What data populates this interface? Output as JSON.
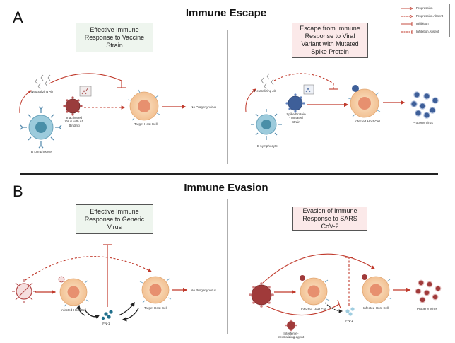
{
  "panel_a": {
    "letter": "A",
    "title": "Immune Escape",
    "left_box": "Effective Immune Response to Vaccine Strain",
    "right_box": "Escape from Immune Response to Viral Variant with Mutated Spike Protein",
    "left_labels": {
      "neutralizing_ab": "Neutralizing Ab",
      "inactivated_virus": "Inactivated Virus with Ab Binding",
      "b_lymphocyte": "B Lymphocyte",
      "target_host_cell": "Target Host Cell",
      "no_progeny": "No Progeny Virus"
    },
    "right_labels": {
      "neutralizing_ab": "Neutralizing Ab",
      "spike_protein": "Spike Protein - Mutated Strain",
      "b_lymphocyte": "B Lymphocyte",
      "infected_host_cell": "Infected Host Cell",
      "progeny_virus": "Progeny Virus"
    }
  },
  "panel_b": {
    "letter": "B",
    "title": "Immune Evasion",
    "left_box": "Effective Immune Response to Generic Virus",
    "right_box": "Evasion of Immune Response to SARS CoV-2",
    "left_labels": {
      "infected_host_cell": "Infected Host Cell",
      "ifn": "IFN-1",
      "target_host_cell": "Target Host Cell",
      "no_progeny": "No Progeny Virus"
    },
    "right_labels": {
      "infected_host_cell_1": "Infected Host Cell",
      "ifn": "IFN-1",
      "infected_host_cell_2": "Infected Host Cell",
      "progeny_virus": "Progeny Virus",
      "interferon_agent": "Interferon-neutralizing agent"
    }
  },
  "legend": {
    "items": [
      "Progression",
      "Progression Absent",
      "Inhibition",
      "Inhibition Absent"
    ]
  },
  "colors": {
    "arrow": "#c0392b",
    "cell_outer": "#f6d2a8",
    "cell_inner": "#e9967a",
    "b_cell": "#8fc3d8",
    "b_cell_inner": "#4a90a8",
    "virus_red": "#a03a3a",
    "virus_blue": "#3e5f99"
  }
}
